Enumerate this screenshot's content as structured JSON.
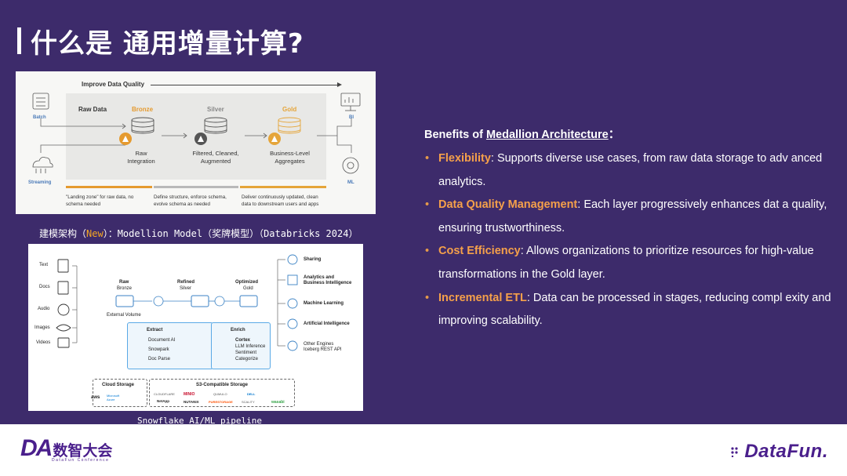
{
  "title": "什么是 通用增量计算?",
  "medallion": {
    "improve": "Improve Data Quality",
    "batch": "Batch",
    "streaming": "Streaming",
    "bi": "BI",
    "ml": "ML",
    "raw": "Raw Data",
    "bronze": "Bronze",
    "silver": "Silver",
    "gold": "Gold",
    "bronze_sub": "Raw\nIntegration",
    "silver_sub": "Filtered, Cleaned,\nAugmented",
    "gold_sub": "Business-Level\nAggregates",
    "note_bronze": "\"Landing zone\" for raw data, no\nschema needed",
    "note_silver": "Define structure, enforce schema,\nevolve schema as needed",
    "note_gold": "Deliver continuously updated, clean\ndata to downstream users and apps"
  },
  "caption_medallion": {
    "prefix": "建模架构（",
    "new": "New",
    "suffix": "）：Modellion Model（奖牌模型）（Databricks 2024）"
  },
  "snowflake": {
    "inputs": [
      "Text",
      "Docs",
      "Audio",
      "Images",
      "Videos"
    ],
    "raw": "Raw",
    "raw_sub": "Bronze",
    "refined": "Refined",
    "refined_sub": "Silver",
    "optimized": "Optimized",
    "optimized_sub": "Gold",
    "external_volume": "External Volume",
    "extract": "Extract",
    "extract_items": [
      "Document AI",
      "Snowpark",
      "Doc Parse"
    ],
    "enrich": "Enrich",
    "enrich_items": [
      "Cortex",
      "LLM Inference",
      "Sentiment",
      "Categorize"
    ],
    "outputs": [
      "Sharing",
      "Analytics and\nBusiness Intelligence",
      "Machine Learning",
      "Artificial Intelligence",
      "Other Engines\nIceberg REST API"
    ],
    "cloud_storage": "Cloud Storage",
    "s3_storage": "S3-Compatible Storage",
    "cloud_vendors": [
      "aws",
      "Microsoft\nAzure"
    ],
    "s3_vendors": [
      "MINIO",
      "NetApp",
      "NUTANIX",
      "PURESTORAGE",
      "DELL",
      "QUMULO",
      "SCALITY",
      "wasabi",
      "CLOUDFLARE"
    ]
  },
  "caption_snowflake": "Snowflake AI/ML pipeline",
  "benefits": {
    "heading_prefix": "Benefits of ",
    "heading_link": "Medallion Architecture",
    "heading_suffix": "：",
    "items": [
      {
        "key": "Flexibility",
        "text": ": Supports diverse use cases, from raw data storage to adv anced analytics."
      },
      {
        "key": "Data Quality Management",
        "text": ": Each layer progressively enhances dat a quality, ensuring trustworthiness."
      },
      {
        "key": "Cost Efficiency",
        "text": ": Allows organizations to prioritize resources for high-value transformations in the Gold layer."
      },
      {
        "key": "Incremental ETL",
        "text": ": Data can be processed in stages, reducing compl exity and improving scalability."
      }
    ]
  },
  "footer": {
    "da_mark": "DA",
    "da_cn": "数智大会",
    "da_en": "DataFun Conference",
    "datafun": "DataFun."
  },
  "colors": {
    "background": "#3d2b6b",
    "highlight": "#f5a04a",
    "brand": "#4a1f8c"
  }
}
